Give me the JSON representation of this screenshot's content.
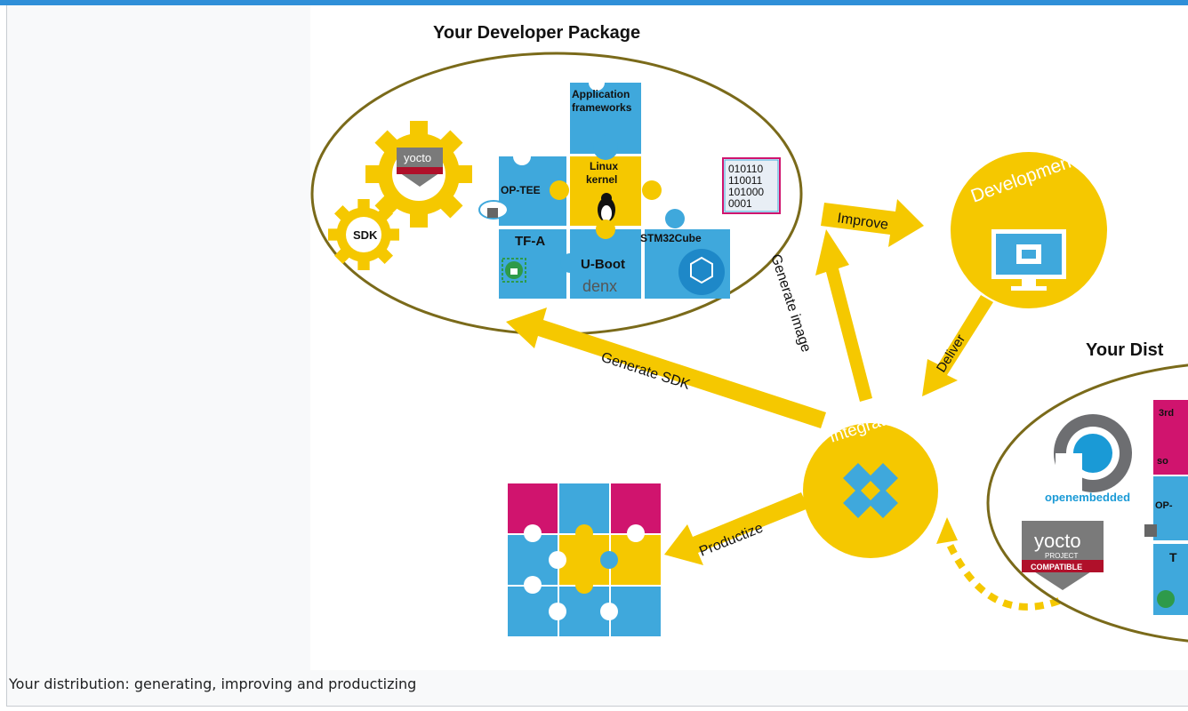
{
  "caption": "Your distribution: generating, improving and productizing",
  "diagram": {
    "developer_package_title": "Your Developer Package",
    "distribution_title": "Your Dist",
    "sdk_gear_label": "SDK",
    "yocto_badge": {
      "word": "yocto",
      "project": "PROJECT",
      "compatible": "COMPATIBLE"
    },
    "pieces": {
      "application_frameworks_l1": "Application",
      "application_frameworks_l2": "frameworks",
      "op_tee": "OP-TEE",
      "linux_kernel_l1": "Linux",
      "linux_kernel_l2": "kernel",
      "tf_a": "TF-A",
      "u_boot": "U-Boot",
      "denx": "denx",
      "stm32cube": "STM32Cube"
    },
    "binary_lines": [
      "010110",
      "110011",
      "101000",
      "0001"
    ],
    "arrows": {
      "improve": "Improve",
      "generate_image": "Generate image",
      "generate_sdk": "Generate SDK",
      "deliver": "Deliver",
      "productize": "Productize"
    },
    "development_label": "Development",
    "integration_label": "Integration",
    "openembedded_text": "openembedded",
    "dist_pieces": {
      "third_party": "3rd",
      "sources": "so",
      "op_tee_partial": "OP-",
      "t_partial": "T"
    },
    "colors": {
      "gold": "#f5c800",
      "blue": "#3fa8dc",
      "magenta": "#d0146e",
      "olive": "#7a6a1a",
      "header_blue": "#2f8fd8"
    }
  }
}
